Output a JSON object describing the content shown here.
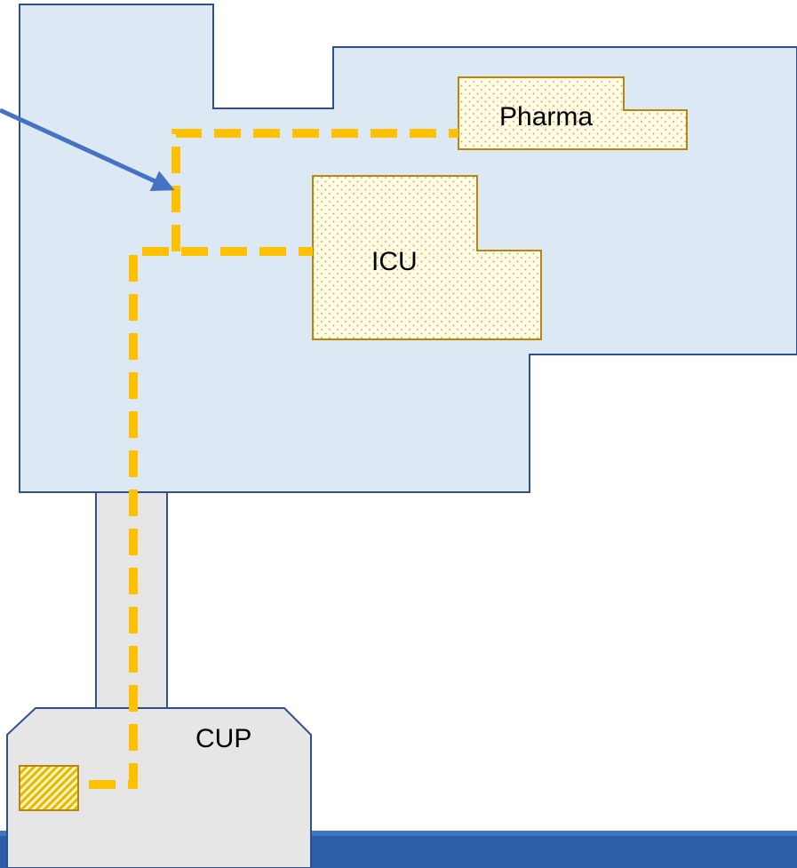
{
  "rooms": {
    "pharma": {
      "label": "Pharma"
    },
    "icu": {
      "label": "ICU"
    },
    "cup": {
      "label": "CUP"
    }
  },
  "colors": {
    "building_fill": "#dde8f5",
    "building_stroke": "#2f4f8f",
    "corridor_fill": "#e6e6e6",
    "room_fill": "#fff8d6",
    "room_stroke": "#b8860b",
    "route": "#ffc000",
    "arrow": "#4472c4",
    "footer_bar": "#2a5ea8"
  }
}
